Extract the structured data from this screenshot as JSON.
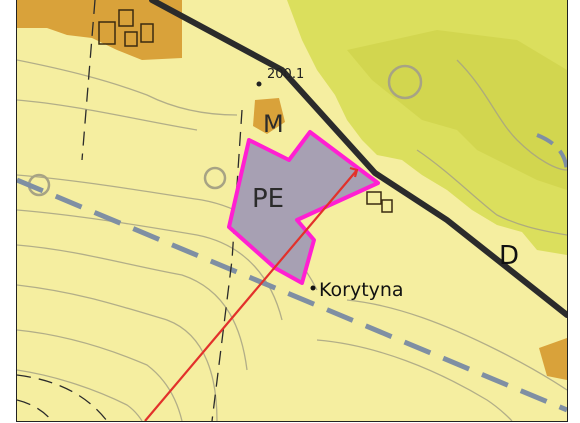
{
  "map": {
    "labels": {
      "zone": "PE",
      "m": "M",
      "d": "D",
      "place": "Korytyna",
      "elevation": "200.1"
    },
    "colors": {
      "background": "#f5eea0",
      "forest": "#d9dd5a",
      "settlement": "#d9a23a",
      "zone_fill": "#a7a0b3",
      "zone_outline": "#ff1fd2",
      "road": "#2b2b2b",
      "power_line": "#7f8fa3",
      "red_line": "#e2312b",
      "contours": "#a7a384"
    }
  }
}
